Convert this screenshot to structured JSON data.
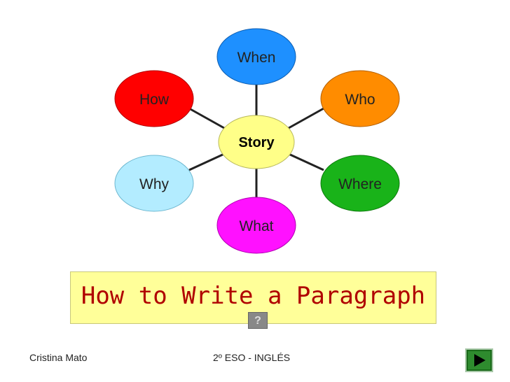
{
  "diagram": {
    "center": {
      "label": "Story",
      "color": "#ffff88"
    },
    "nodes": [
      {
        "id": "when",
        "label": "When",
        "color": "#1e90ff"
      },
      {
        "id": "who",
        "label": "Who",
        "color": "#ff8c00"
      },
      {
        "id": "where",
        "label": "Where",
        "color": "#19b319"
      },
      {
        "id": "what",
        "label": "What",
        "color": "#ff11ff"
      },
      {
        "id": "why",
        "label": "Why",
        "color": "#b3ecff"
      },
      {
        "id": "how",
        "label": "How",
        "color": "#ff0000"
      }
    ]
  },
  "title": "How to Write a Paragraph",
  "help_icon": "question-icon",
  "footer": {
    "author": "Cristina Mato",
    "course": "2º ESO - INGLÉS",
    "next_icon": "play-next-icon"
  }
}
